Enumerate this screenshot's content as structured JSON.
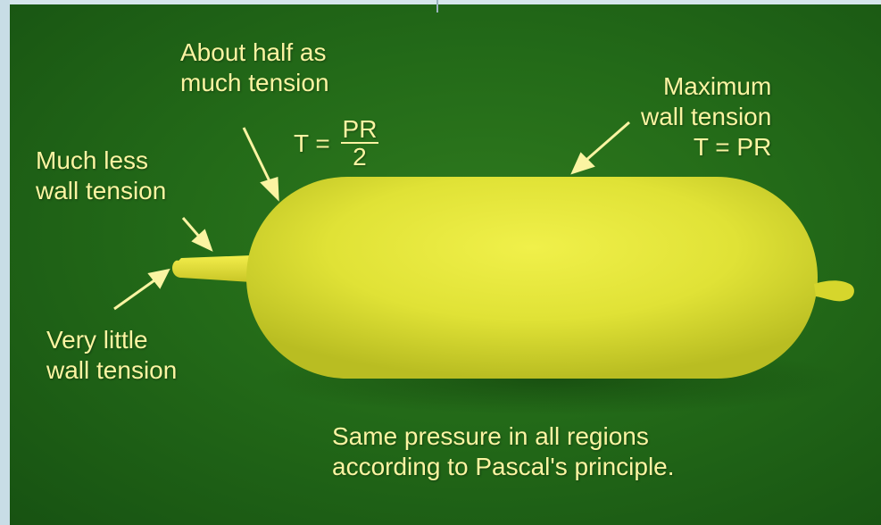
{
  "labels": {
    "much_less_line1": "Much less",
    "much_less_line2": "wall tension",
    "about_half_line1": "About half as",
    "about_half_line2": "much tension",
    "formula_half_lhs": "T =",
    "formula_half_num": "PR",
    "formula_half_den": "2",
    "maximum_line1": "Maximum",
    "maximum_line2": "wall tension",
    "maximum_formula": "T = PR",
    "very_little_line1": "Very little",
    "very_little_line2": "wall tension",
    "pascal_line1": "Same pressure in all regions",
    "pascal_line2": "according to Pascal's principle."
  },
  "colors": {
    "background": "#236a18",
    "balloon": "#e6e83a",
    "label_text": "#fbf4a2",
    "arrow": "#fbf4a2"
  },
  "icons": {
    "arrows": [
      "arrow-about-half",
      "arrow-much-less",
      "arrow-very-little",
      "arrow-maximum"
    ]
  }
}
